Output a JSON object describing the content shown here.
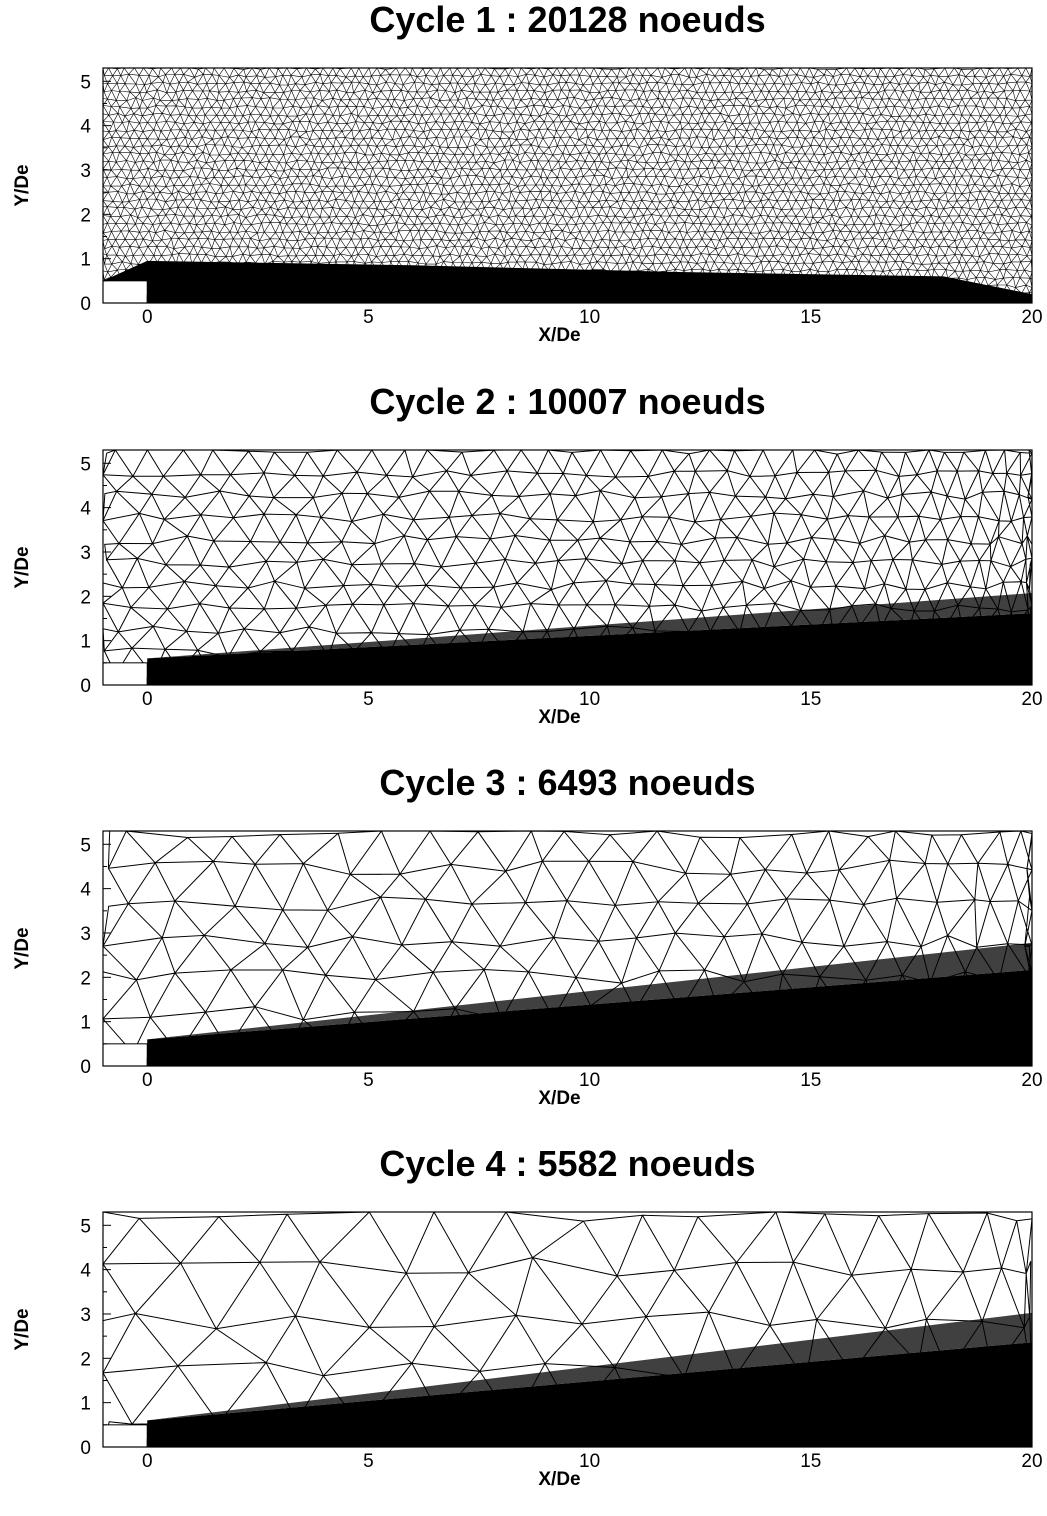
{
  "figure": {
    "panels": [
      {
        "title": "Cycle 1 : 20128 noeuds",
        "mesh_density": "very-fine",
        "shock_angle_deg": 0
      },
      {
        "title": "Cycle 2 : 10007 noeuds",
        "mesh_density": "fine",
        "shock_angle_deg": 4.5
      },
      {
        "title": "Cycle 3 : 6493 noeuds",
        "mesh_density": "medium",
        "shock_angle_deg": 6.5
      },
      {
        "title": "Cycle 4 : 5582 noeuds",
        "mesh_density": "coarse",
        "shock_angle_deg": 7.2
      }
    ],
    "xlabel": "X/De",
    "ylabel": "Y/De",
    "xlim": [
      -1,
      20
    ],
    "ylim": [
      0,
      5.3
    ],
    "x_ticks": [
      "0",
      "5",
      "10",
      "15",
      "20"
    ],
    "y_ticks": [
      "0",
      "1",
      "2",
      "3",
      "4",
      "5"
    ],
    "nozzle": {
      "x_end": 0,
      "y_top": 0.5
    },
    "colors": {
      "mesh": "#000000",
      "background": "#ffffff"
    }
  }
}
